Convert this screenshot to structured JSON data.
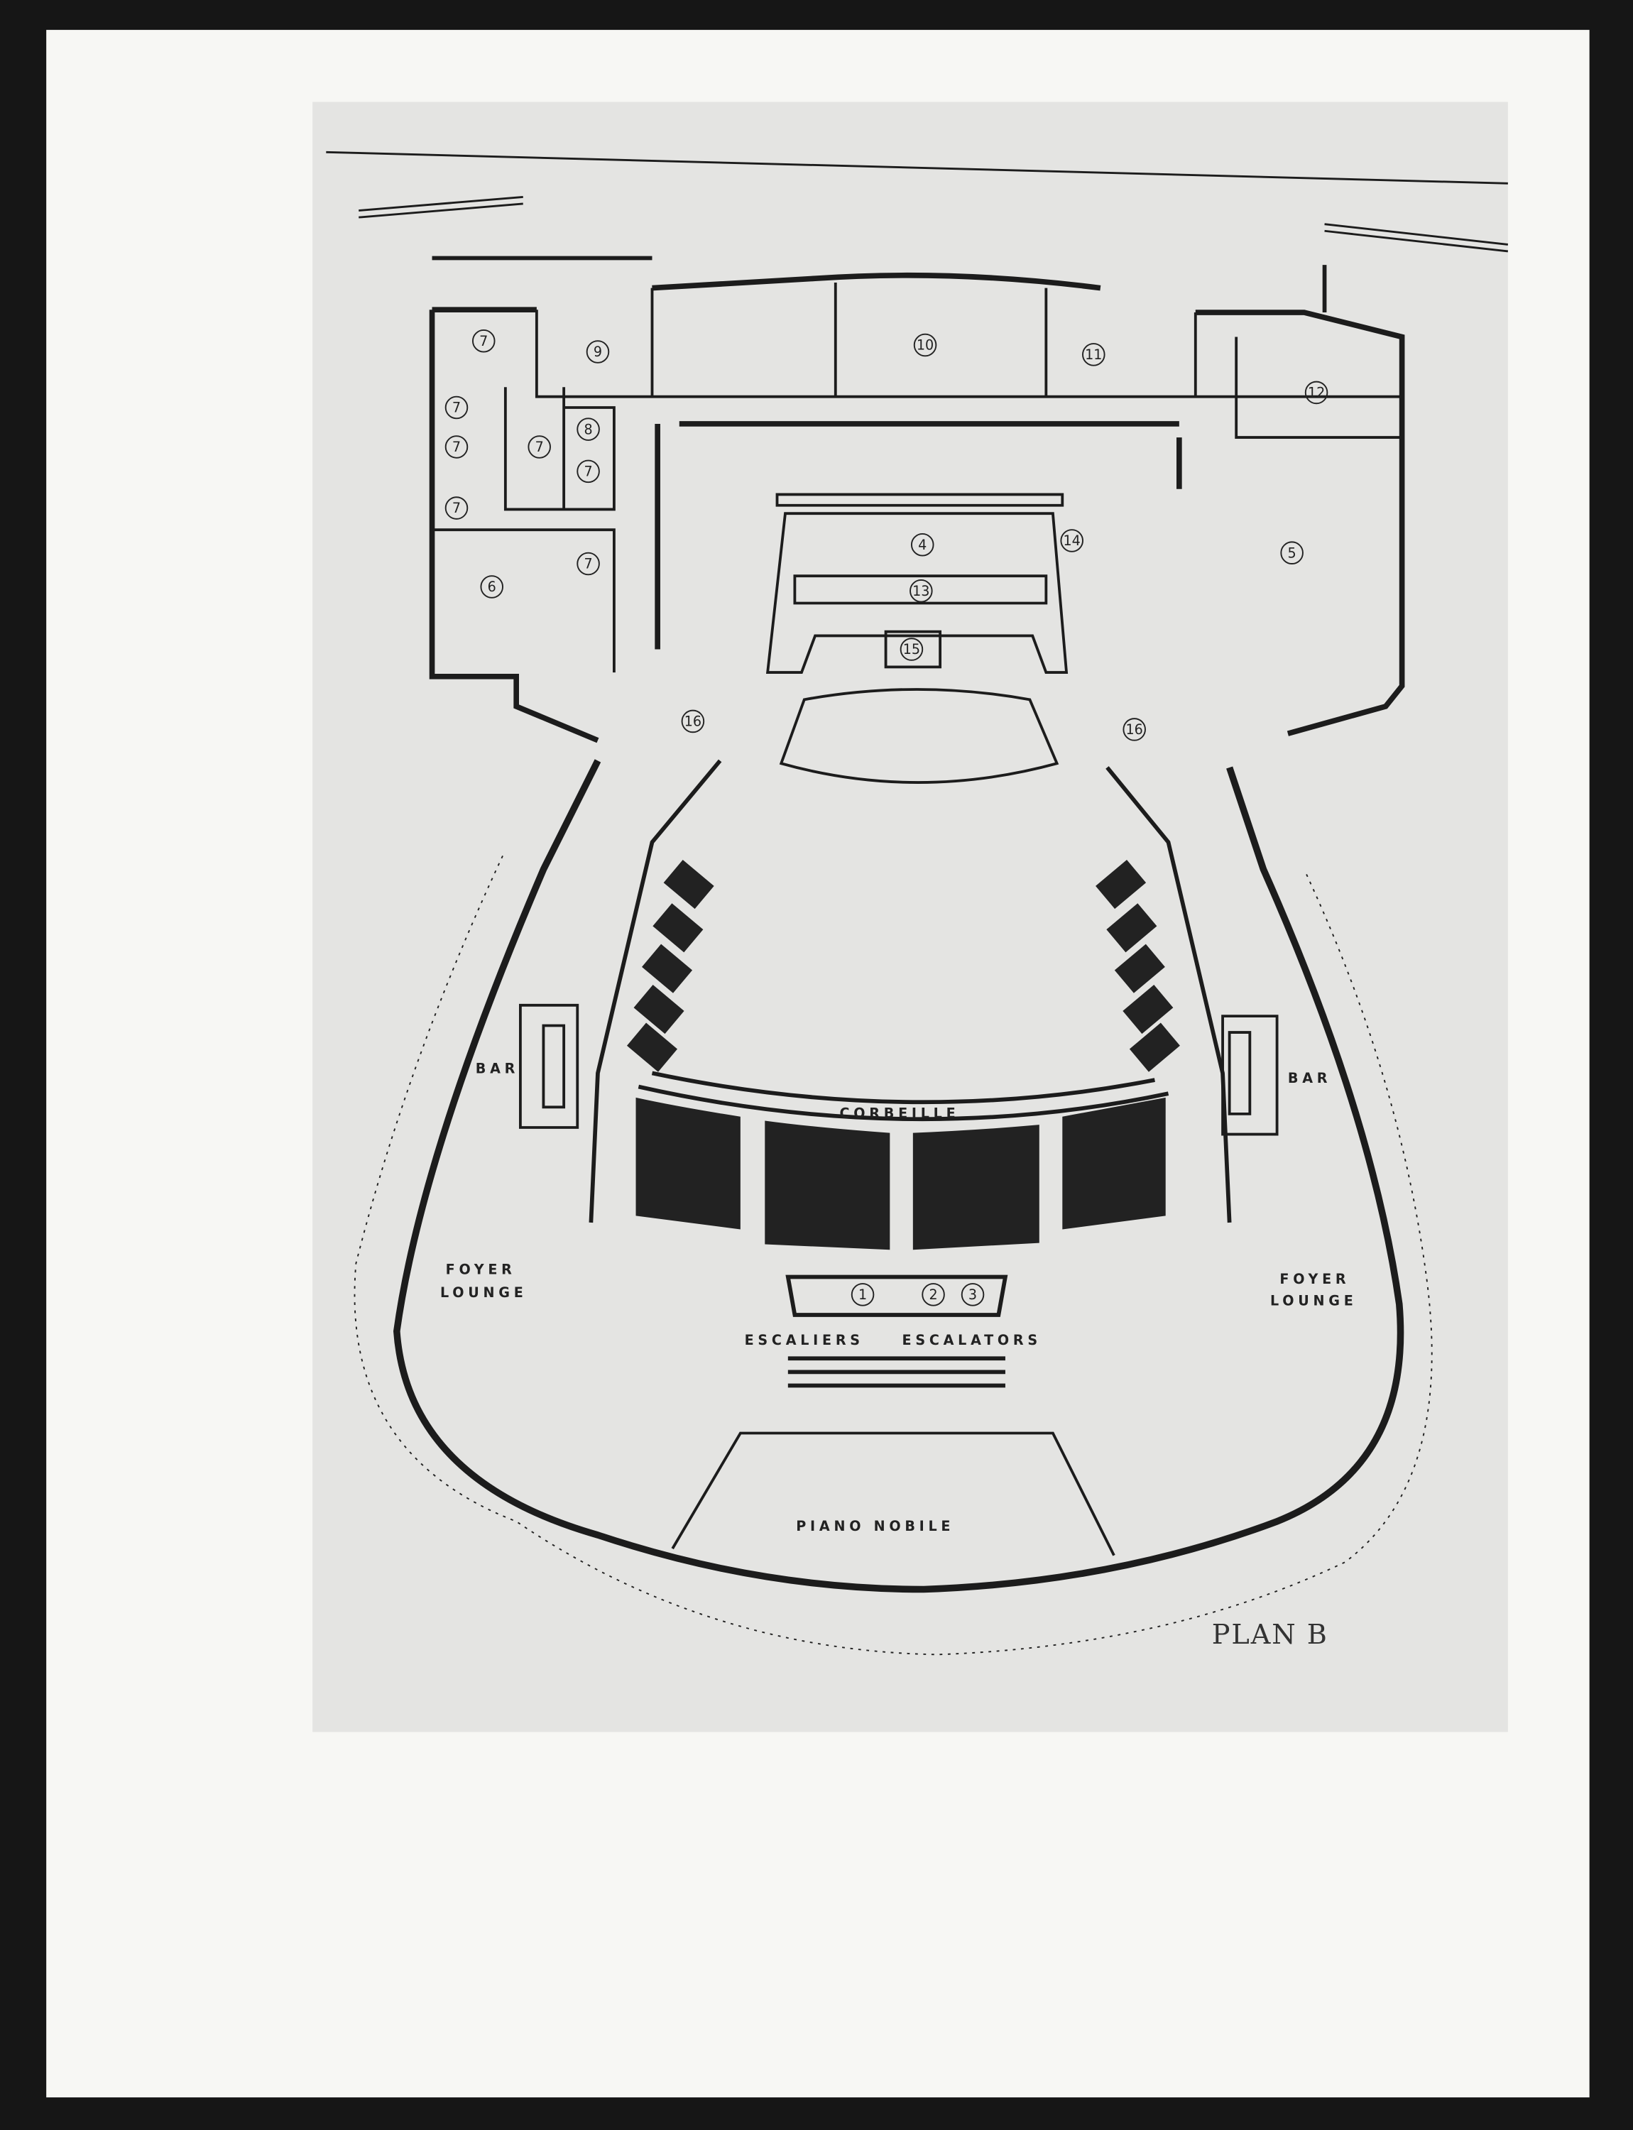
{
  "plan": {
    "title": "PLAN B",
    "labels": {
      "corbeille": "CORBEILLE",
      "bar_left": "BAR",
      "bar_right": "BAR",
      "foyer_left_1": "FOYER",
      "foyer_left_2": "LOUNGE",
      "foyer_right_1": "FOYER",
      "foyer_right_2": "LOUNGE",
      "escaliers": "ESCALIERS",
      "escalators": "ESCALATORS",
      "piano_nobile": "PIANO NOBILE"
    },
    "room_numbers": [
      "7",
      "9",
      "10",
      "11",
      "12",
      "7",
      "7",
      "7",
      "8",
      "7",
      "7",
      "7",
      "6",
      "4",
      "14",
      "5",
      "13",
      "15",
      "16",
      "16",
      "1",
      "2",
      "3"
    ]
  }
}
